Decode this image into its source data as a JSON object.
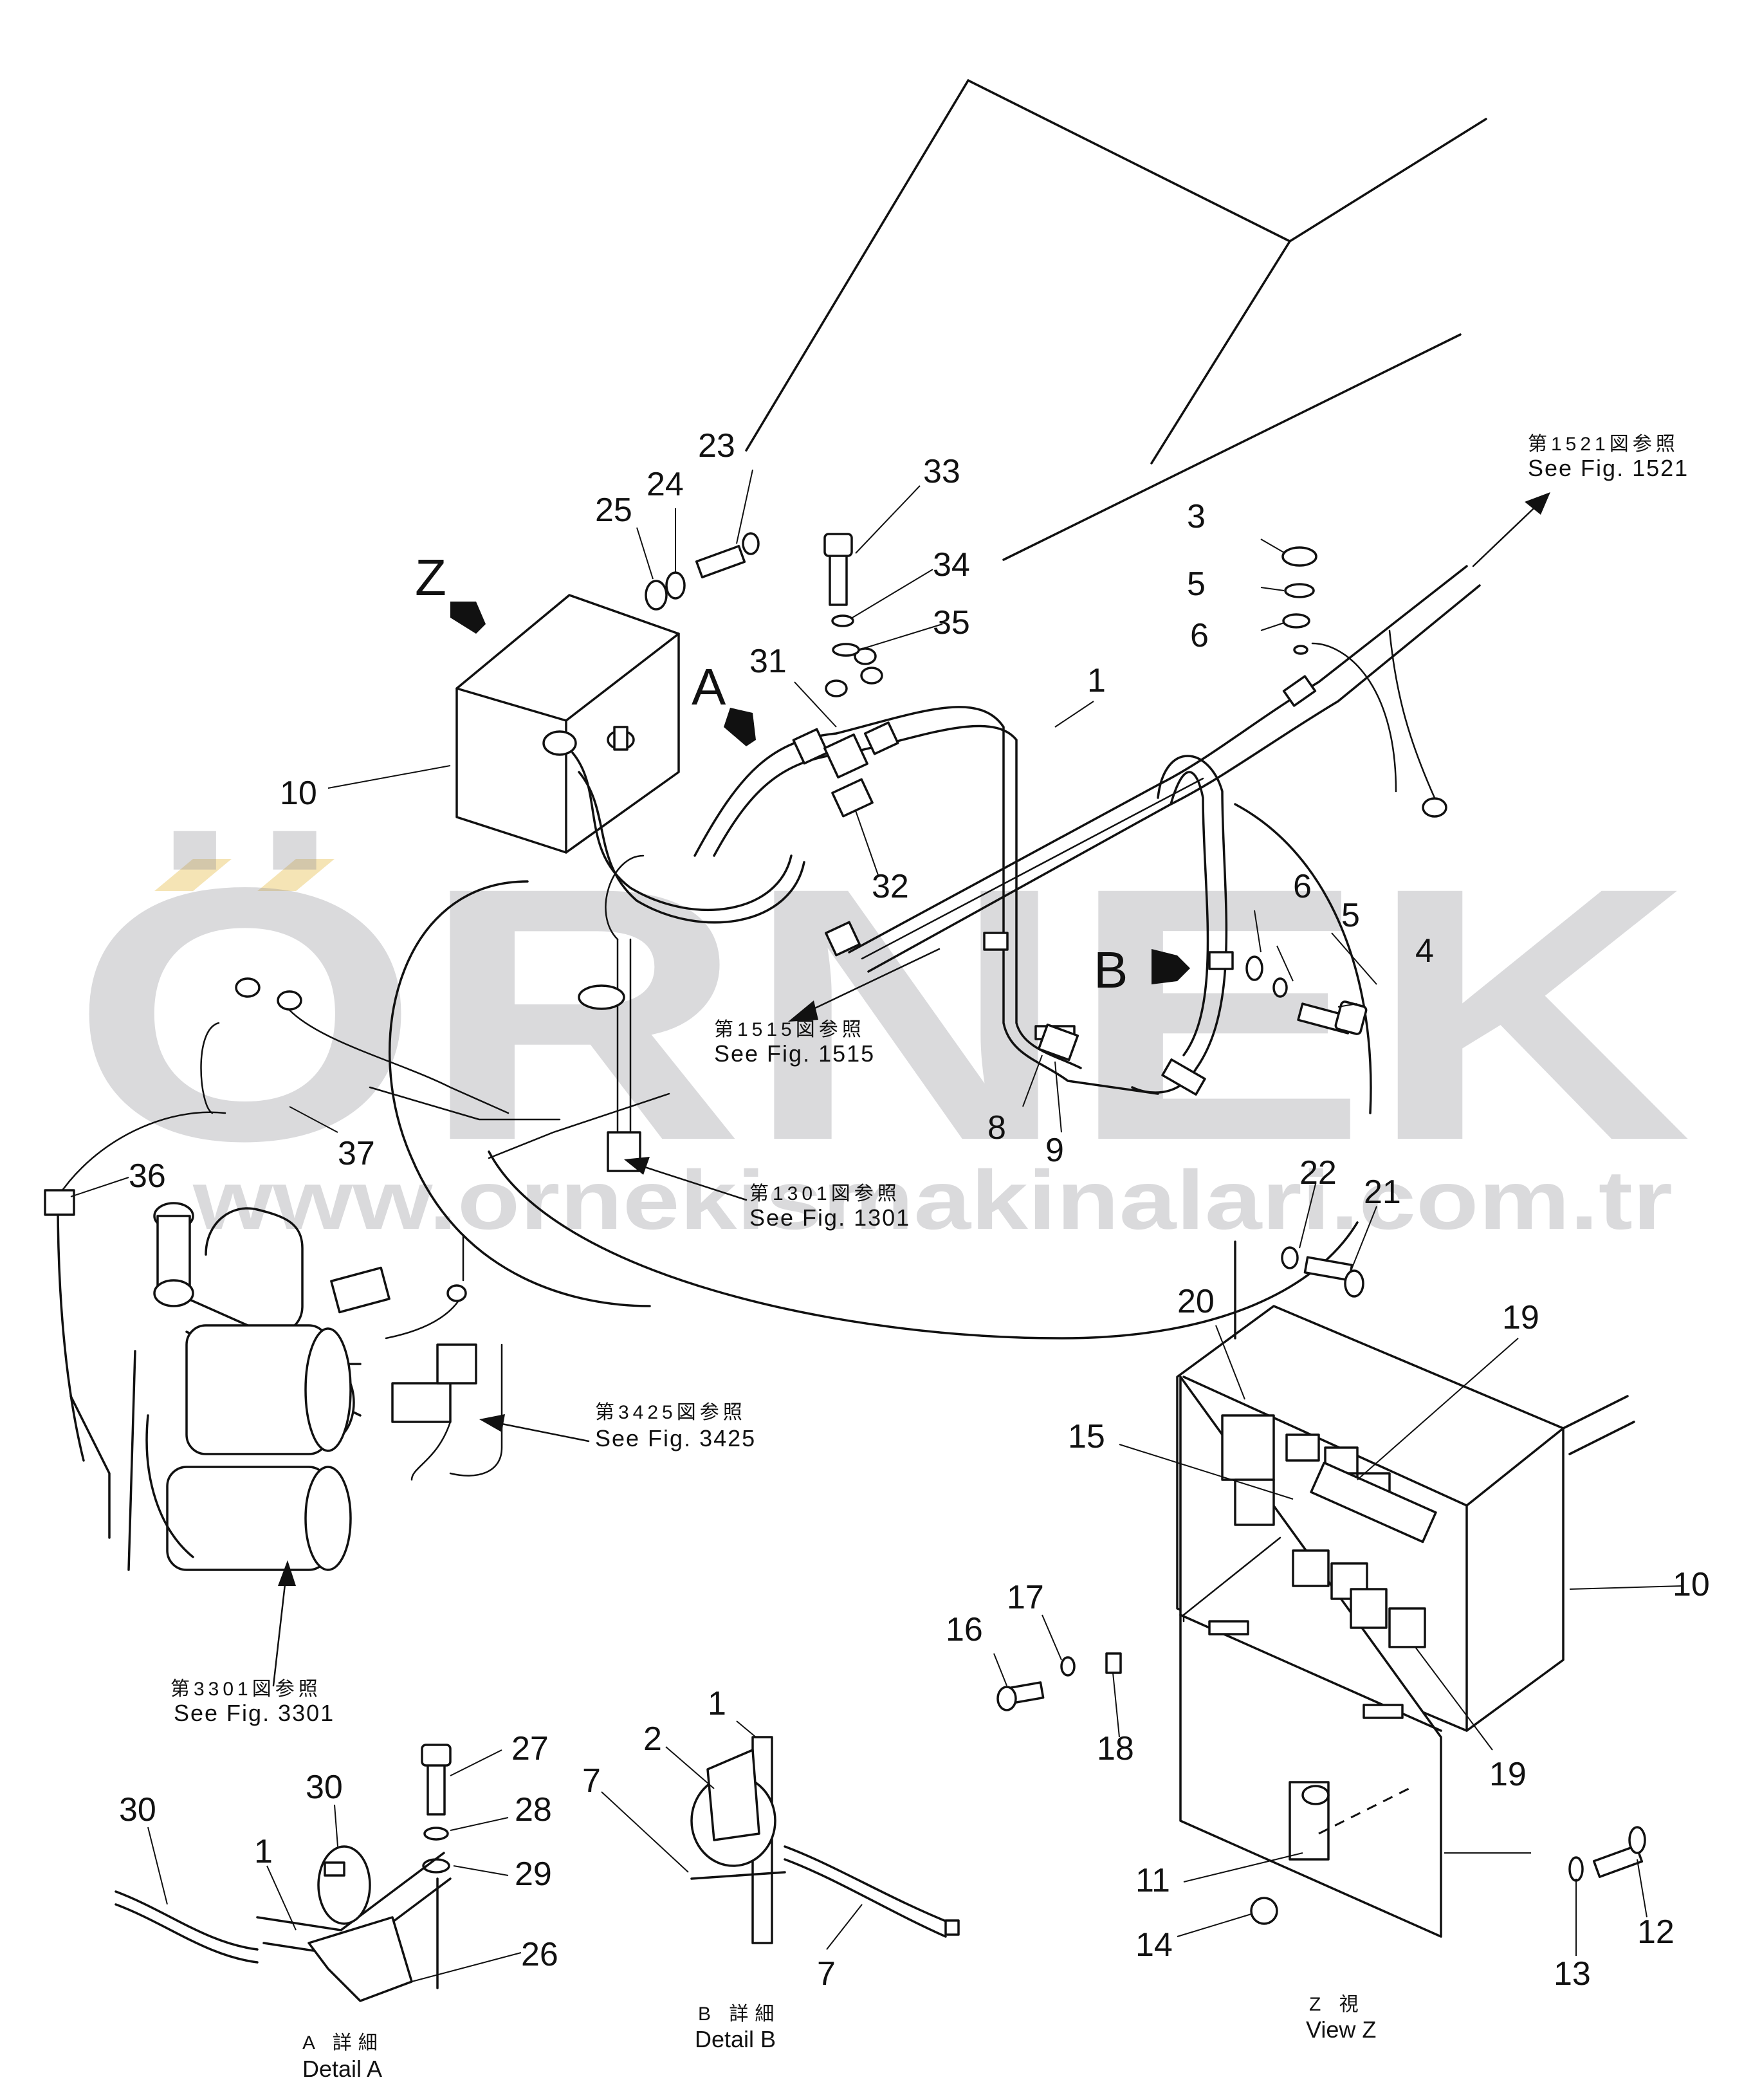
{
  "watermark": {
    "brand": "ÖRNEK",
    "url": "www.ornekismakinalari.com.tr",
    "color": "#8d8d95",
    "accent": "#e8c35a"
  },
  "view_markers": [
    "Z",
    "A",
    "B"
  ],
  "callouts": [
    {
      "id": "c1",
      "text": "1"
    },
    {
      "id": "c3",
      "text": "3"
    },
    {
      "id": "c5a",
      "text": "5"
    },
    {
      "id": "c6a",
      "text": "6"
    },
    {
      "id": "c6b",
      "text": "6"
    },
    {
      "id": "c5b",
      "text": "5"
    },
    {
      "id": "c4",
      "text": "4"
    },
    {
      "id": "c8",
      "text": "8"
    },
    {
      "id": "c9",
      "text": "9"
    },
    {
      "id": "c10a",
      "text": "10"
    },
    {
      "id": "c23",
      "text": "23"
    },
    {
      "id": "c24",
      "text": "24"
    },
    {
      "id": "c25",
      "text": "25"
    },
    {
      "id": "c33",
      "text": "33"
    },
    {
      "id": "c34",
      "text": "34"
    },
    {
      "id": "c35",
      "text": "35"
    },
    {
      "id": "c31",
      "text": "31"
    },
    {
      "id": "c32",
      "text": "32"
    },
    {
      "id": "c36",
      "text": "36"
    },
    {
      "id": "c37",
      "text": "37"
    },
    {
      "id": "c22",
      "text": "22"
    },
    {
      "id": "c21",
      "text": "21"
    },
    {
      "id": "c20",
      "text": "20"
    },
    {
      "id": "c19a",
      "text": "19"
    },
    {
      "id": "c15",
      "text": "15"
    },
    {
      "id": "c10b",
      "text": "10"
    },
    {
      "id": "c17",
      "text": "17"
    },
    {
      "id": "c16",
      "text": "16"
    },
    {
      "id": "c18",
      "text": "18"
    },
    {
      "id": "c19b",
      "text": "19"
    },
    {
      "id": "c11",
      "text": "11"
    },
    {
      "id": "c14",
      "text": "14"
    },
    {
      "id": "c12",
      "text": "12"
    },
    {
      "id": "c13",
      "text": "13"
    },
    {
      "id": "c27",
      "text": "27"
    },
    {
      "id": "c28",
      "text": "28"
    },
    {
      "id": "c29",
      "text": "29"
    },
    {
      "id": "c26",
      "text": "26"
    },
    {
      "id": "c30a",
      "text": "30"
    },
    {
      "id": "c30b",
      "text": "30"
    },
    {
      "id": "c1a",
      "text": "1"
    },
    {
      "id": "c1b",
      "text": "1"
    },
    {
      "id": "c2",
      "text": "2"
    },
    {
      "id": "c7a",
      "text": "7"
    },
    {
      "id": "c7b",
      "text": "7"
    }
  ],
  "figure_refs": [
    {
      "id": "r1521",
      "jp": "第1521図参照",
      "en": "See Fig. 1521"
    },
    {
      "id": "r1515",
      "jp": "第1515図参照",
      "en": "See Fig. 1515"
    },
    {
      "id": "r1301",
      "jp": "第1301図参照",
      "en": "See Fig. 1301"
    },
    {
      "id": "r3425",
      "jp": "第3425図参照",
      "en": "See Fig. 3425"
    },
    {
      "id": "r3301",
      "jp": "第3301図参照",
      "en": "See Fig. 3301"
    }
  ],
  "details": [
    {
      "id": "detA",
      "jp": "A 詳細",
      "en": "Detail A"
    },
    {
      "id": "detB",
      "jp": "B 詳細",
      "en": "Detail B"
    },
    {
      "id": "viewZ",
      "jp": "Z 視",
      "en": "View Z"
    }
  ]
}
